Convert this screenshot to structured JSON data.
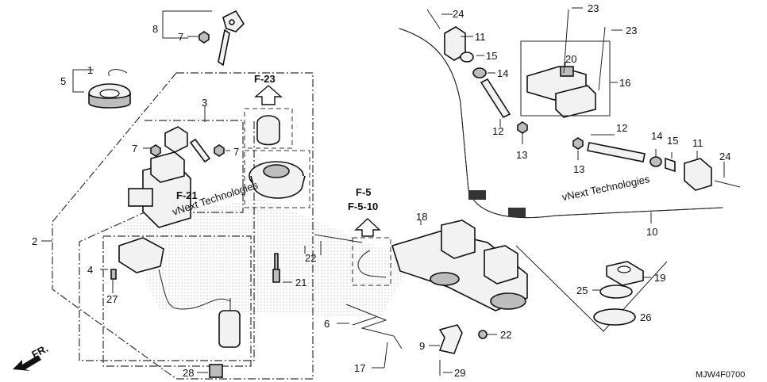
{
  "part_numbers": {
    "p1": "1",
    "p2": "2",
    "p3": "3",
    "p4": "4",
    "p5": "5",
    "p6": "6",
    "p7a": "7",
    "p7b": "7",
    "p7c": "7",
    "p8": "8",
    "p9": "9",
    "p10": "10",
    "p11a": "11",
    "p11b": "11",
    "p12a": "12",
    "p12b": "12",
    "p13a": "13",
    "p13b": "13",
    "p14a": "14",
    "p14b": "14",
    "p15a": "15",
    "p15b": "15",
    "p16": "16",
    "p17": "17",
    "p18": "18",
    "p19": "19",
    "p20": "20",
    "p21": "21",
    "p22a": "22",
    "p22b": "22",
    "p23a": "23",
    "p23b": "23",
    "p24a": "24",
    "p24b": "24",
    "p25": "25",
    "p26": "26",
    "p27": "27",
    "p28": "28",
    "p29": "29"
  },
  "references": {
    "f23": "F-23",
    "f21": "F-21",
    "f5": "F-5",
    "f510": "F-5-10"
  },
  "watermarks": {
    "wm1": "vNext Technologies",
    "wm2": "vNext Technologies"
  },
  "front_indicator": "FR.",
  "diagram_code": "MJW4F0700"
}
